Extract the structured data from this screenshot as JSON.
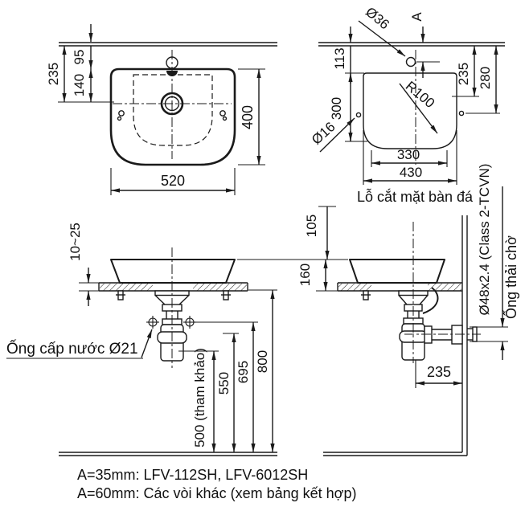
{
  "drawing": {
    "plan_basin": {
      "dim_wall_to_drain": "235",
      "dim_wall_to_rim": "95",
      "dim_rim_to_drain": "140",
      "dim_depth": "400",
      "dim_width": "520"
    },
    "plan_cutout": {
      "faucet_hole_dia": "Ø36",
      "label_a": "A",
      "dim_113": "113",
      "dim_300": "300",
      "bolt_hole_dia": "Ø16",
      "corner_radius": "R100",
      "dim_235": "235",
      "dim_280": "280",
      "dim_330": "330",
      "dim_430": "430",
      "caption": "Lỗ cắt mặt bàn đá"
    },
    "front_view": {
      "counter_thickness": "10~25",
      "supply_label": "Ống cấp nước Ø21",
      "dim_500": "500 (tham khảo)",
      "dim_550": "550",
      "dim_695": "695",
      "dim_800": "800"
    },
    "side_view": {
      "dim_105": "105",
      "dim_160": "160",
      "dim_235": "235",
      "drain_pipe_spec": "Ø48x2.4 (Class 2-TCVN)",
      "drain_pipe_label": "Ống thải chờ"
    },
    "notes": {
      "line1": "A=35mm: LFV-112SH, LFV-6012SH",
      "line2": "A=60mm: Các vòi khác (xem bảng kết hợp)"
    },
    "colors": {
      "line": "#1a1a1a",
      "background": "#ffffff"
    }
  }
}
